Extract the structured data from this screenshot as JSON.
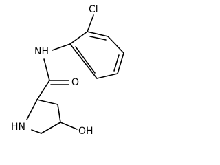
{
  "molecule": {
    "atoms": {
      "cl": "Cl",
      "nh_amide": "NH",
      "o_carbonyl": "O",
      "hn_ring": "HN",
      "oh": "OH"
    },
    "colors": {
      "bond": "#000000",
      "label": "#000000",
      "background": "#ffffff"
    }
  }
}
